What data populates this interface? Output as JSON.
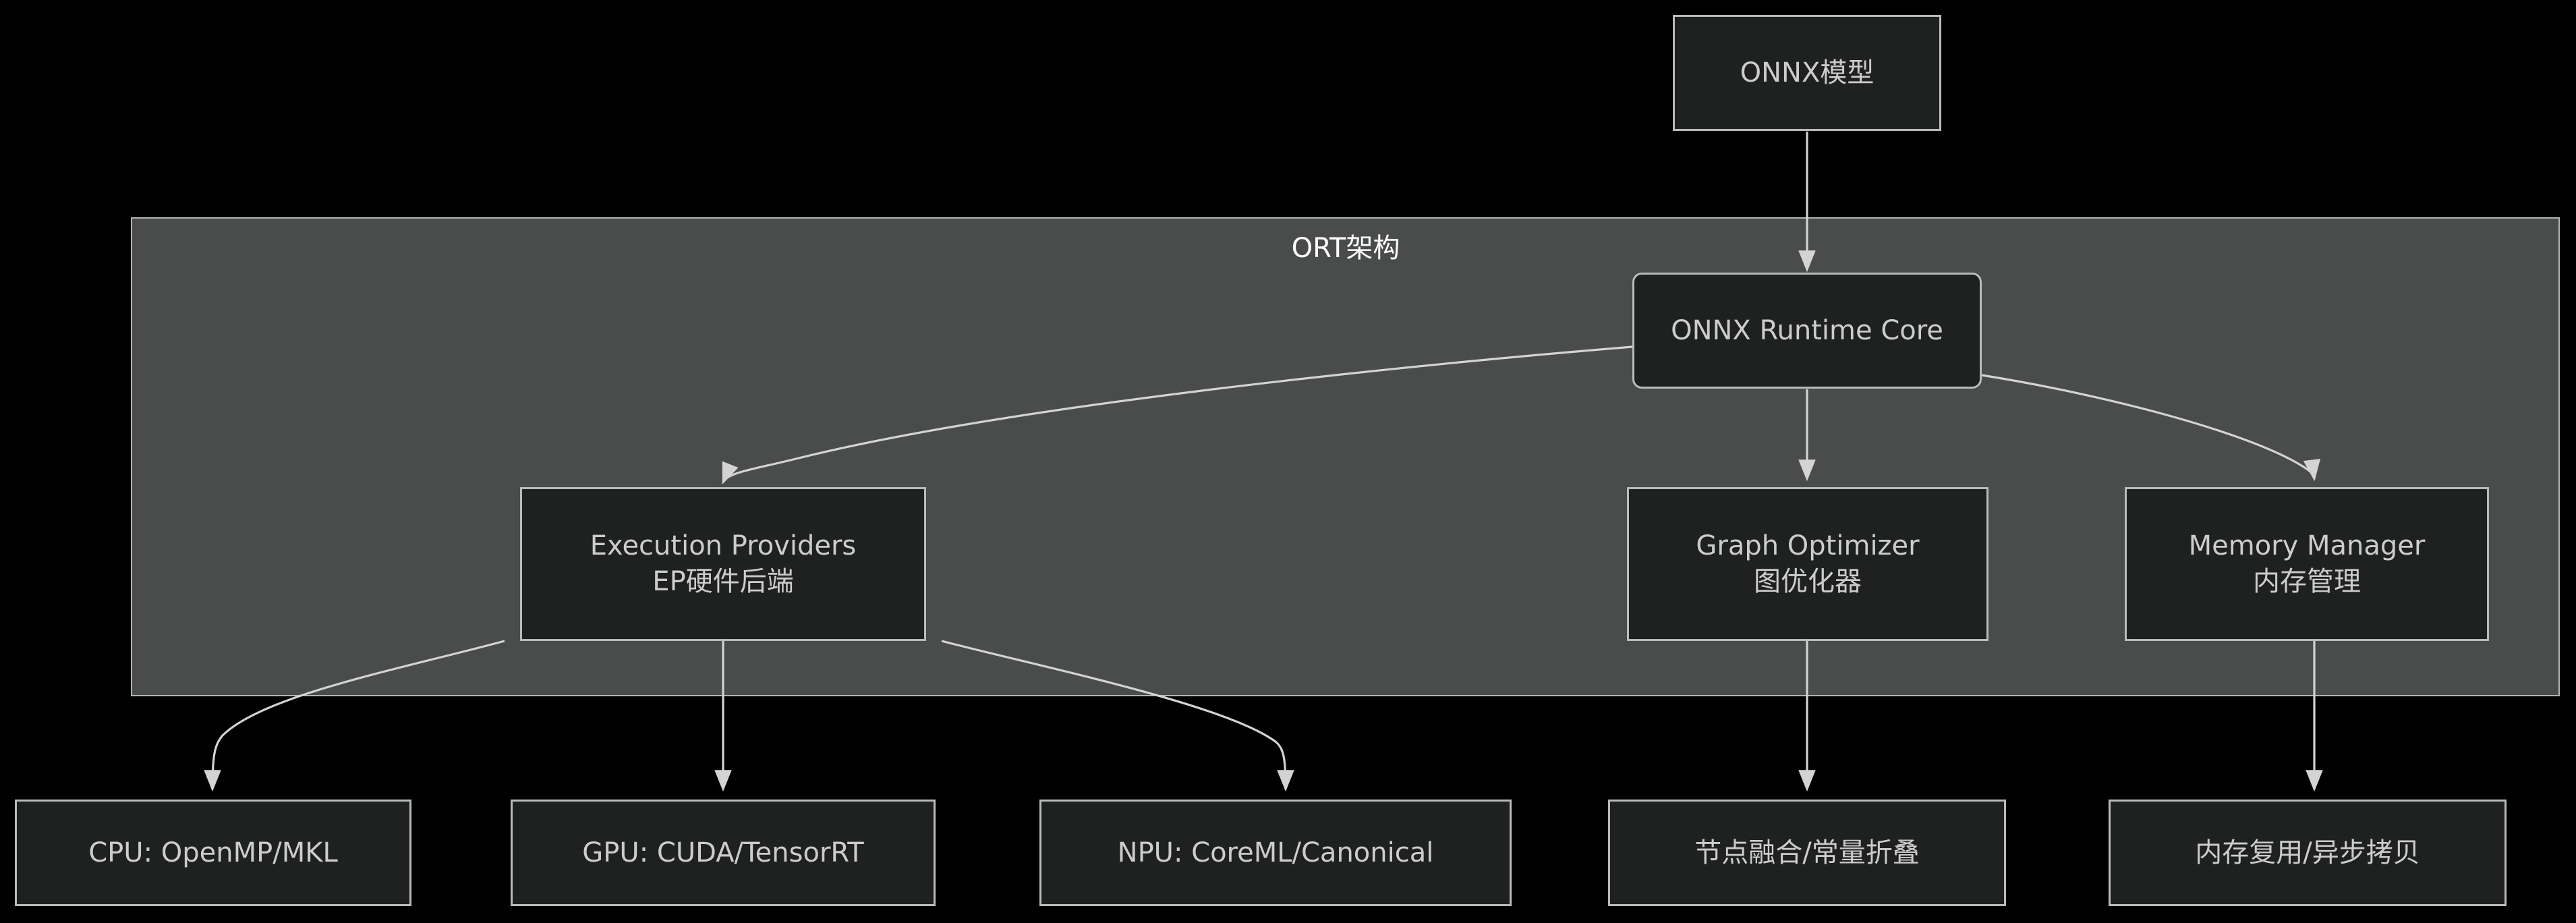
{
  "diagram": {
    "title_text": "ORT架构",
    "background_color": "#000000",
    "cluster_fill": "#4a4c4b",
    "cluster_stroke": "#b0b4b2",
    "node_fill": "#1f2020",
    "node_stroke": "#b8bcba",
    "node_text_color": "#cccccc",
    "edge_color": "#d3d3d3",
    "cluster": {
      "label": "ORT架构",
      "name": "ort-architecture-cluster"
    },
    "nodes": {
      "onnx_model": {
        "label": "ONNX模型"
      },
      "ort_core": {
        "label": "ONNX Runtime Core"
      },
      "execution_providers": {
        "line1": "Execution Providers",
        "line2": "EP硬件后端"
      },
      "graph_optimizer": {
        "line1": "Graph Optimizer",
        "line2": "图优化器"
      },
      "memory_manager": {
        "line1": "Memory Manager",
        "line2": "内存管理"
      },
      "cpu_ep": {
        "label": "CPU: OpenMP/MKL"
      },
      "gpu_ep": {
        "label": "GPU: CUDA/TensorRT"
      },
      "npu_ep": {
        "label": "NPU: CoreML/Canonical"
      },
      "graph_passes": {
        "label": "节点融合/常量折叠"
      },
      "memory_passes": {
        "label": "内存复用/异步拷贝"
      }
    },
    "edges": [
      {
        "from": "onnx_model",
        "to": "ort_core"
      },
      {
        "from": "ort_core",
        "to": "execution_providers"
      },
      {
        "from": "ort_core",
        "to": "graph_optimizer"
      },
      {
        "from": "ort_core",
        "to": "memory_manager"
      },
      {
        "from": "execution_providers",
        "to": "cpu_ep"
      },
      {
        "from": "execution_providers",
        "to": "gpu_ep"
      },
      {
        "from": "execution_providers",
        "to": "npu_ep"
      },
      {
        "from": "graph_optimizer",
        "to": "graph_passes"
      },
      {
        "from": "memory_manager",
        "to": "memory_passes"
      }
    ]
  }
}
